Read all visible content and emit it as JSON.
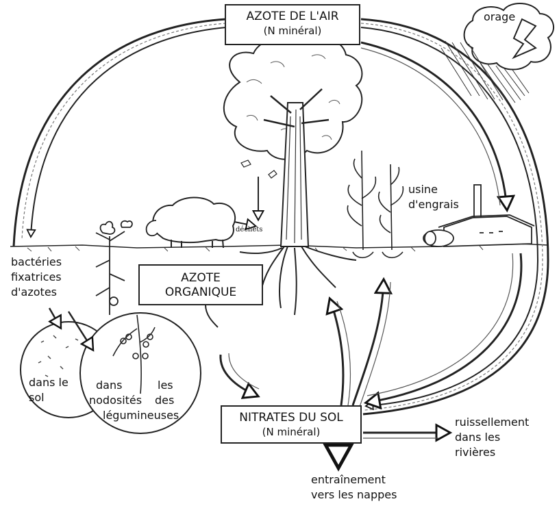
{
  "nodes": {
    "air": {
      "line1": "AZOTE DE L'AIR",
      "line2": "(N minéral)"
    },
    "organic": {
      "line1": "AZOTE",
      "line2": "ORGANIQUE"
    },
    "nitrates": {
      "line1": "NITRATES DU SOL",
      "line2": "(N minéral)"
    }
  },
  "labels": {
    "storm": "orage",
    "factory_l1": "usine",
    "factory_l2": "d'engrais",
    "waste": "déchets",
    "bacteria_l1": "bactéries",
    "bacteria_l2": "fixatrices",
    "bacteria_l3": "d'azotes",
    "soil_l1": "dans le",
    "soil_l2": "sol",
    "nodules_l1": "dans",
    "nodules_l2": "nodosités",
    "legumes_l1": "les",
    "legumes_l2": "des",
    "legumes_l3": "légumineuses",
    "runoff_l1": "ruissellement",
    "runoff_l2": "dans les",
    "runoff_l3": "rivières",
    "leaching_l1": "entraînement",
    "leaching_l2": "vers les nappes"
  }
}
